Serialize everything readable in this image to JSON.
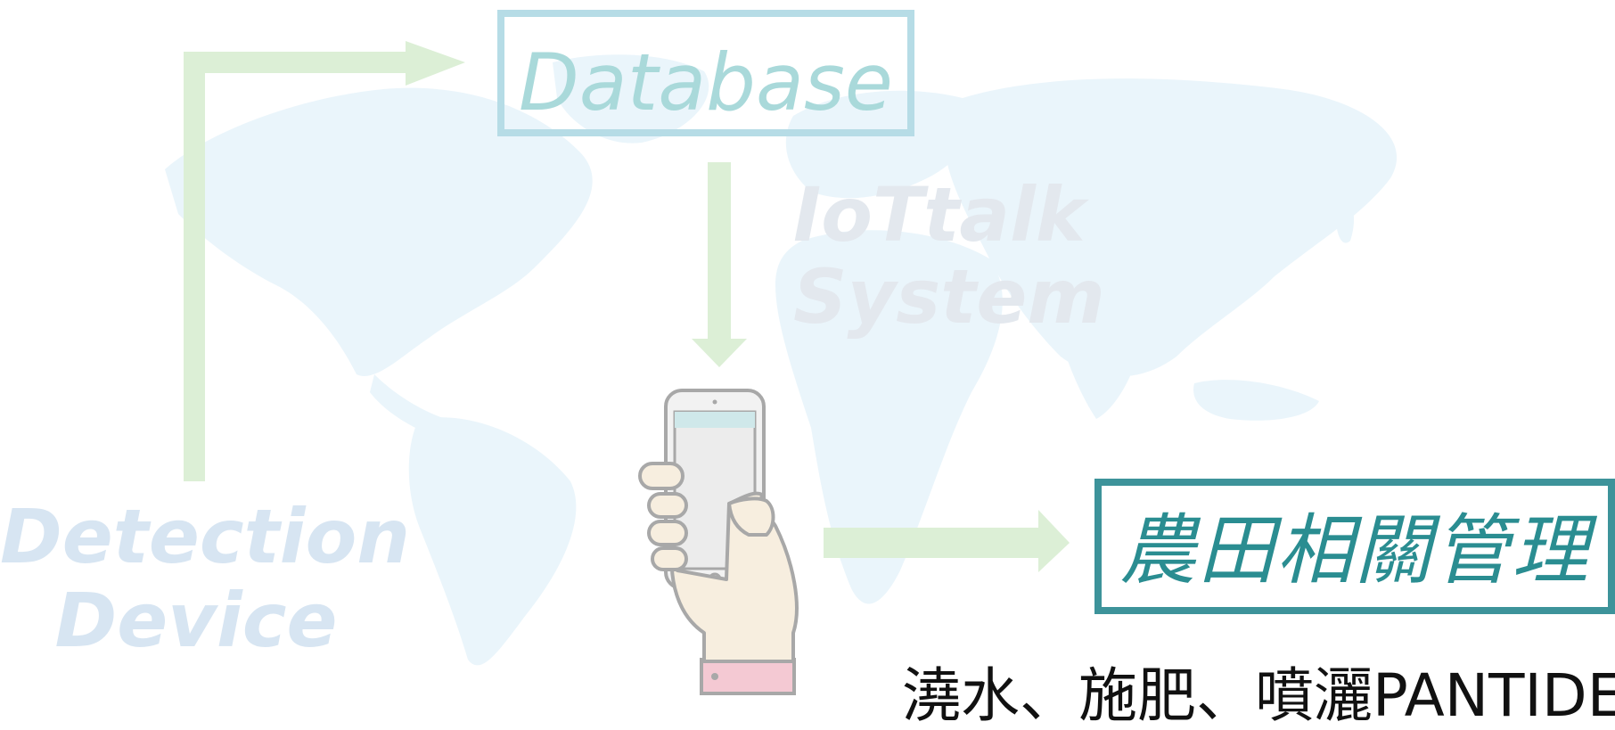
{
  "nodes": {
    "database": "Database",
    "system": [
      "IoTtalk",
      "System"
    ],
    "detection_device": [
      "Detection",
      "Device"
    ],
    "farm_management": "農田相關管理"
  },
  "actions": "澆水、施肥、噴灑PANTIDE",
  "colors": {
    "map": "#eaf5fb",
    "arrow": "#dcefd6",
    "database_border": "#b6dce6",
    "database_text": "#a9d9da",
    "system_text": "#e3e8ee",
    "device_text": "#d7e5f2",
    "farm_border": "#3d939a",
    "farm_text": "#2a8d91"
  },
  "icons": {
    "background": "world-map-icon",
    "phone": "hand-holding-phone-icon"
  }
}
